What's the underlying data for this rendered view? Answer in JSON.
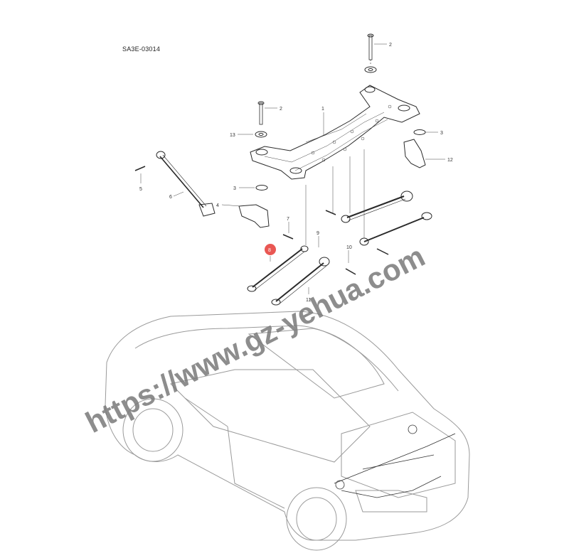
{
  "diagram": {
    "code": "SA3E-03014",
    "highlight_color": "#e53935",
    "watermark_color": "#7a7a7a",
    "watermark_text": "https://www.gz-yehua.com",
    "callouts": {
      "c2a": "2",
      "c2b": "2",
      "c13": "13",
      "c1": "1",
      "c3a": "3",
      "c3b": "3",
      "c12": "12",
      "c5": "5",
      "c6": "6",
      "c4": "4",
      "c7": "7",
      "c8": "8",
      "c9": "9",
      "c10": "10",
      "c11": "11"
    }
  }
}
